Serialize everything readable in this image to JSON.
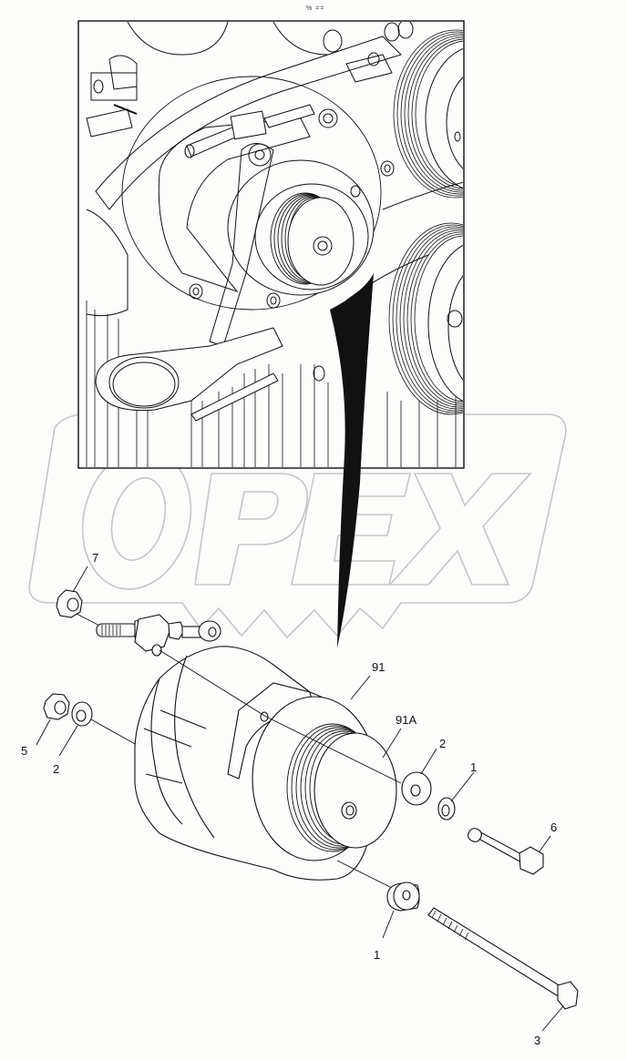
{
  "diagram": {
    "header_mark": "% ==",
    "watermark": {
      "text": "OPEX",
      "color": "#c8c8c8"
    },
    "inset": {
      "description": "Engine front view showing alternator mounted with belt pulleys",
      "border_color": "#111111"
    },
    "callouts": [
      {
        "id": "7",
        "label": "7",
        "part": "hex-nut-top"
      },
      {
        "id": "5",
        "label": "5",
        "part": "hex-nut-left"
      },
      {
        "id": "2a",
        "label": "2",
        "part": "washer-left"
      },
      {
        "id": "91",
        "label": "91",
        "part": "alternator"
      },
      {
        "id": "91A",
        "label": "91A",
        "part": "alternator-pulley"
      },
      {
        "id": "2b",
        "label": "2",
        "part": "washer-front"
      },
      {
        "id": "1a",
        "label": "1",
        "part": "lock-washer-front"
      },
      {
        "id": "6",
        "label": "6",
        "part": "short-bolt"
      },
      {
        "id": "1b",
        "label": "1",
        "part": "spacer-bottom"
      },
      {
        "id": "3",
        "label": "3",
        "part": "long-bolt"
      }
    ],
    "colors": {
      "line": "#111111",
      "watermark": "#c6c6c6",
      "background": "#fdfdfb"
    }
  }
}
